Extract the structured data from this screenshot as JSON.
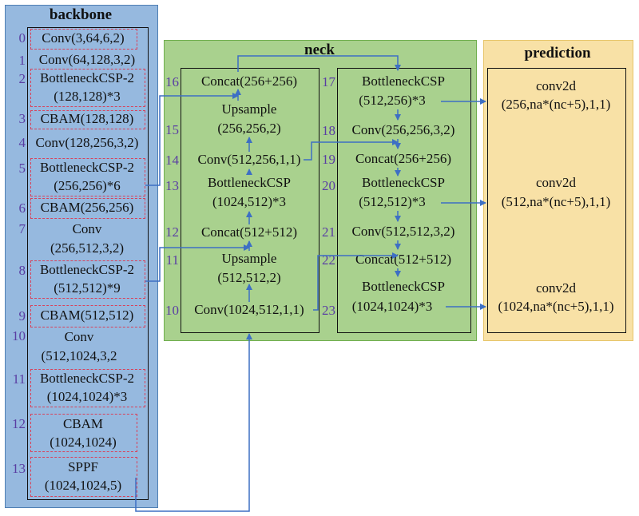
{
  "titles": {
    "backbone": "backbone",
    "neck": "neck",
    "prediction": "prediction"
  },
  "backbone": [
    {
      "num": "0",
      "lines": [
        "Conv(3,64,6,2)"
      ]
    },
    {
      "num": "1",
      "lines": [
        "Conv(64,128,3,2)"
      ]
    },
    {
      "num": "2",
      "lines": [
        "BottleneckCSP-2",
        "(128,128)*3"
      ]
    },
    {
      "num": "3",
      "lines": [
        "CBAM(128,128)"
      ]
    },
    {
      "num": "4",
      "lines": [
        "Conv(128,256,3,2)"
      ]
    },
    {
      "num": "5",
      "lines": [
        "BottleneckCSP-2",
        "(256,256)*6"
      ]
    },
    {
      "num": "6",
      "lines": [
        "CBAM(256,256)"
      ]
    },
    {
      "num": "7",
      "lines": [
        "Conv",
        "(256,512,3,2)"
      ]
    },
    {
      "num": "8",
      "lines": [
        "BottleneckCSP-2",
        "(512,512)*9"
      ]
    },
    {
      "num": "9",
      "lines": [
        "CBAM(512,512)"
      ]
    },
    {
      "num": "10",
      "lines": [
        "Conv",
        "(512,1024,3,2"
      ]
    },
    {
      "num": "11",
      "lines": [
        "BottleneckCSP-2",
        "(1024,1024)*3"
      ]
    },
    {
      "num": "12",
      "lines": [
        "CBAM",
        "(1024,1024)"
      ]
    },
    {
      "num": "13",
      "lines": [
        "SPPF",
        "(1024,1024,5)"
      ]
    }
  ],
  "neck_left": [
    {
      "num": "16",
      "lines": [
        "Concat(256+256)"
      ]
    },
    {
      "num": "15",
      "lines": [
        "Upsample",
        "(256,256,2)"
      ]
    },
    {
      "num": "14",
      "lines": [
        "Conv(512,256,1,1)"
      ]
    },
    {
      "num": "13",
      "lines": [
        "BottleneckCSP",
        "(1024,512)*3"
      ]
    },
    {
      "num": "12",
      "lines": [
        "Concat(512+512)"
      ]
    },
    {
      "num": "11",
      "lines": [
        "Upsample",
        "(512,512,2)"
      ]
    },
    {
      "num": "10",
      "lines": [
        "Conv(1024,512,1,1)"
      ]
    }
  ],
  "neck_right": [
    {
      "num": "17",
      "lines": [
        "BottleneckCSP",
        "(512,256)*3"
      ]
    },
    {
      "num": "18",
      "lines": [
        "Conv(256,256,3,2)"
      ]
    },
    {
      "num": "19",
      "lines": [
        "Concat(256+256)"
      ]
    },
    {
      "num": "20",
      "lines": [
        "BottleneckCSP",
        "(512,512)*3"
      ]
    },
    {
      "num": "21",
      "lines": [
        "Conv(512,512,3,2)"
      ]
    },
    {
      "num": "22",
      "lines": [
        "Concat(512+512)"
      ]
    },
    {
      "num": "23",
      "lines": [
        "BottleneckCSP",
        "(1024,1024)*3"
      ]
    }
  ],
  "prediction": [
    {
      "lines": [
        "conv2d",
        "(256,na*(nc+5),1,1)"
      ]
    },
    {
      "lines": [
        "conv2d",
        "(512,na*(nc+5),1,1)"
      ]
    },
    {
      "lines": [
        "conv2d",
        "(1024,na*(nc+5),1,1)"
      ]
    }
  ],
  "colors": {
    "arrow": "#3d6fc4",
    "dashed_box": "#d8415a",
    "number": "#5a3ea3"
  }
}
